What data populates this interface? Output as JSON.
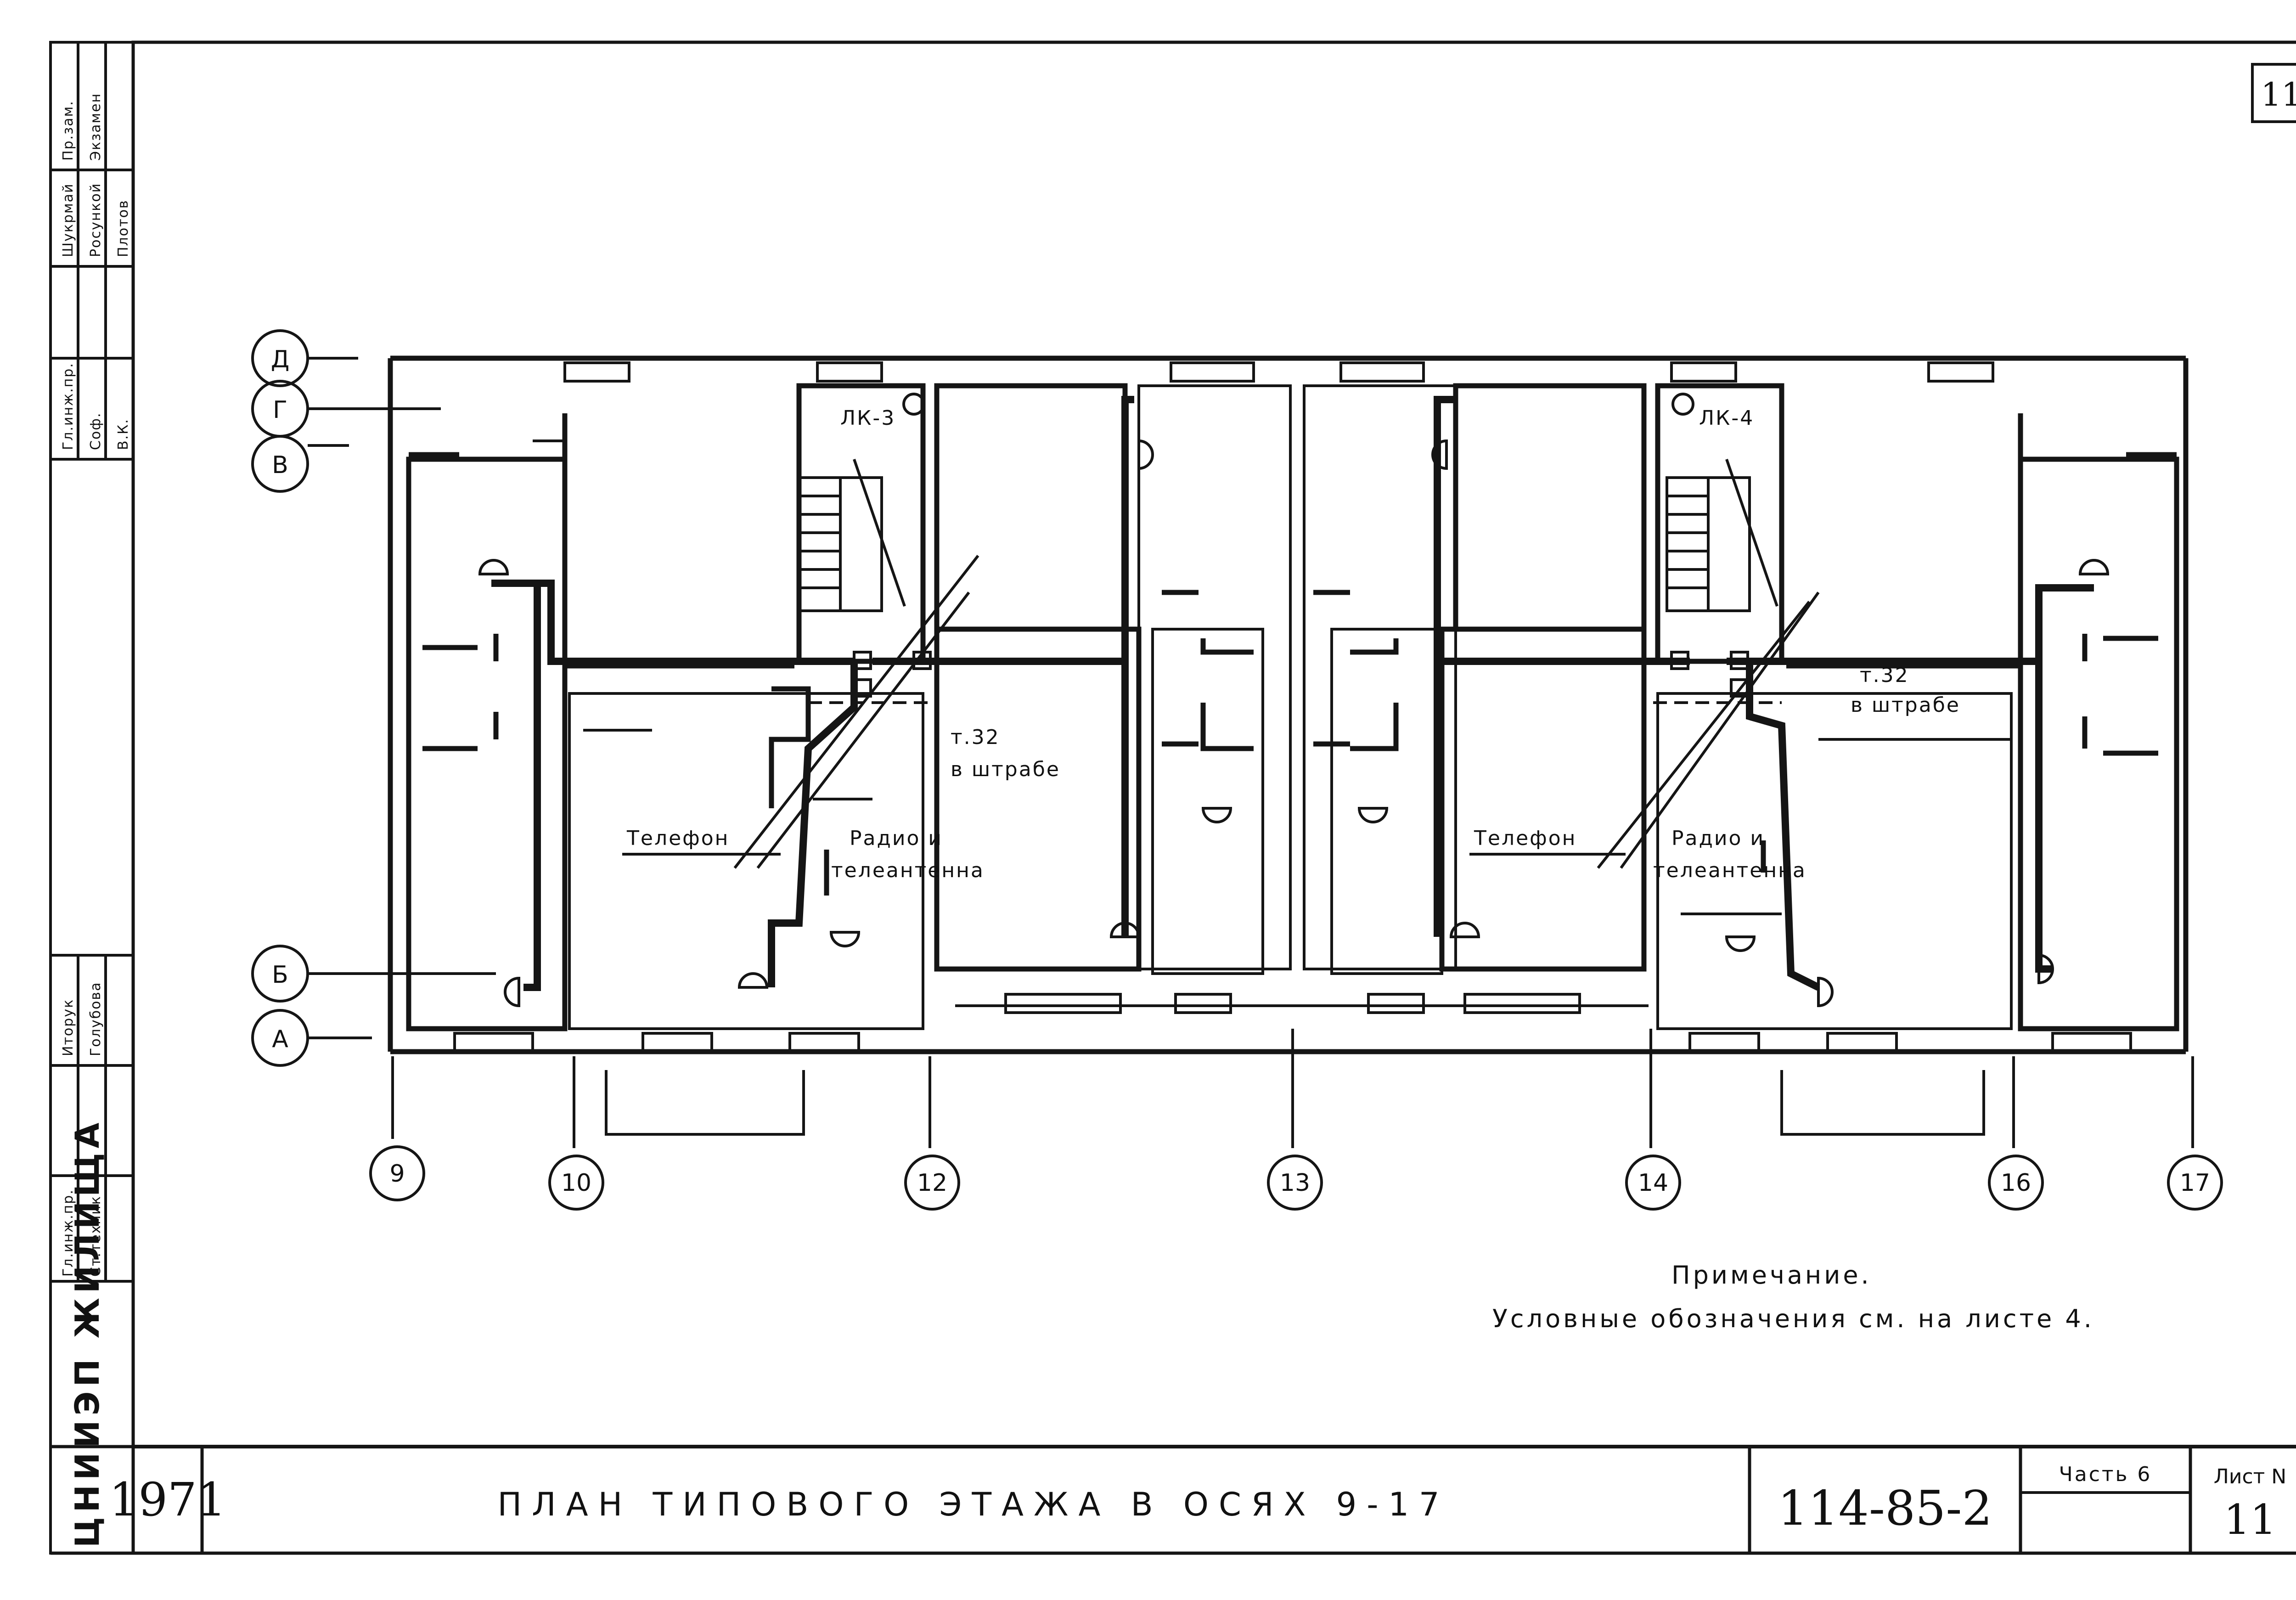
{
  "sheet": {
    "sheet_corner_number": "11",
    "drawing_title": "ПЛАН ТИПОВОГО ЭТАЖА В ОСЯХ 9-17",
    "year": "1971",
    "series_code": "114-85-2",
    "part_label": "Часть 6",
    "sheet_label": "Лист N",
    "sheet_number": "11",
    "vertical_org": "ЦНИИЭП ЖИЛИЩА"
  },
  "stamp_rows": {
    "top": [
      "Гл.инж.пр.",
      "Соф.",
      "В.К.",
      "Шукрмай",
      "Росункой",
      "Плотов",
      "Пр.зам.",
      "Экзамен"
    ],
    "lower": [
      "Гл.инж.пр.",
      "Ст.техник",
      "Иторук",
      "Голубова"
    ]
  },
  "axes": {
    "rows": [
      "Д",
      "Г",
      "В",
      "Б",
      "А"
    ],
    "columns": [
      "9",
      "10",
      "12",
      "13",
      "14",
      "16",
      "17"
    ]
  },
  "plan_labels": {
    "stair_left": "ЛК-3",
    "stair_right": "ЛК-4",
    "telephone": "Телефон",
    "radio_line1": "Радио  и",
    "radio_line2": "телеантенна",
    "point_left": "т.32",
    "channel_left": "в штрабе",
    "point_right": "т.32",
    "channel_right": "в штрабе"
  },
  "note": {
    "heading": "Примечание.",
    "text": "Условные  обозначения   см. на листе 4."
  }
}
